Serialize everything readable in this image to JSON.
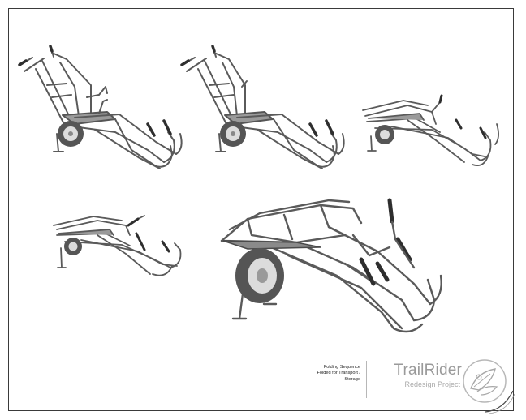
{
  "caption": {
    "line1": "Folding Sequence",
    "line2": "Folded for Transport /",
    "line3": "Storage"
  },
  "brand": {
    "title": "TrailRider",
    "subtitle": "Redesign Project"
  },
  "colors": {
    "frame": "#5a5a5a",
    "frame_light": "#9a9a9a",
    "handle": "#2e2e2e",
    "seat": "#8a8a8a",
    "tire": "#555555",
    "hub": "#dcdcdc",
    "border": "#3a3a3a",
    "brand_text": "#9a9a9a"
  },
  "icons": [
    "trailrider-leaf-logo-icon",
    "page-curl-icon"
  ]
}
